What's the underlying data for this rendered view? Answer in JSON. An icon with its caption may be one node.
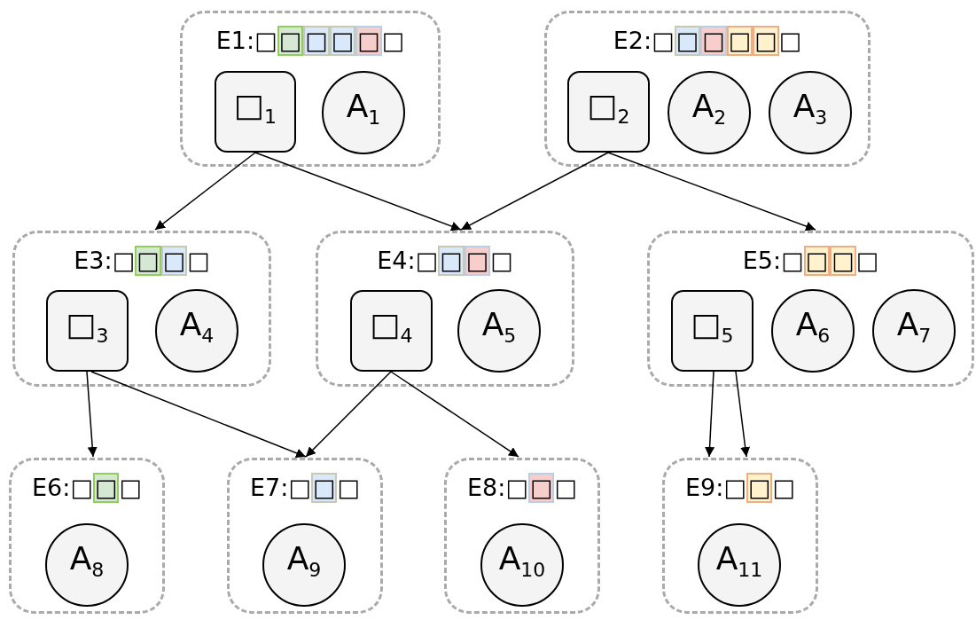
{
  "diagram": {
    "nodes": [
      {
        "text": [
          "E1:□□□□□□"
        ]
      },
      {
        "text": [
          "□$_{1}$"
        ],
        "in": 0
      },
      {
        "text": [
          "A$_{1}$"
        ],
        "in": 0
      },
      {
        "text": [
          "E2:□□□□□□"
        ]
      },
      {
        "text": [
          "□$_{2}$"
        ],
        "in": 3
      },
      {
        "text": [
          "A$_{2}$"
        ],
        "in": 3
      },
      {
        "text": [
          "A$_{3}$"
        ],
        "in": 3
      },
      {
        "text": [
          "E3:□□□□"
        ]
      },
      {
        "text": [
          "□$_{3}$"
        ],
        "in": 7
      },
      {
        "text": [
          "A$_{4}$"
        ],
        "in": 7
      },
      {
        "text": [
          "E4:□□□□"
        ]
      },
      {
        "text": [
          "□$_{4}$"
        ],
        "in": 10
      },
      {
        "text": [
          "A$_{5}$"
        ],
        "in": 10
      },
      {
        "text": [
          "E5:□□□□"
        ]
      },
      {
        "text": [
          "□$_{5}$"
        ],
        "in": 13
      },
      {
        "text": [
          "A$_{6}$"
        ],
        "in": 13
      },
      {
        "text": [
          "A$_{7}$"
        ],
        "in": 13
      },
      {
        "text": [
          "E6:□□□"
        ]
      },
      {
        "text": [
          "A$_{8}$"
        ],
        "in": 17
      },
      {
        "text": [
          "E7:□□□"
        ]
      },
      {
        "text": [
          "A$_{9}$"
        ],
        "in": 19
      },
      {
        "text": [
          "E8:□□□"
        ]
      },
      {
        "text": [
          "A$_{10}$"
        ],
        "in": 21
      },
      {
        "text": [
          "E9:□□□"
        ]
      },
      {
        "text": [
          "A$_{11}$"
        ],
        "in": 23
      }
    ],
    "edges": [
      {
        "from": 1,
        "to": 7,
        "arrow": "to"
      },
      {
        "from": 1,
        "to": 10,
        "arrow": "to"
      },
      {
        "from": 4,
        "to": 10,
        "arrow": "to"
      },
      {
        "from": 4,
        "to": 13,
        "arrow": "to"
      },
      {
        "from": 8,
        "to": 17,
        "arrow": "to"
      },
      {
        "from": 8,
        "to": 19,
        "arrow": "to"
      },
      {
        "from": 11,
        "to": 19,
        "arrow": "to"
      },
      {
        "from": 11,
        "to": 21,
        "arrow": "to"
      },
      {
        "from": 14,
        "to": 23,
        "arrow": "to"
      },
      {
        "from": 14,
        "to": 23,
        "arrow": "to"
      }
    ]
  }
}
